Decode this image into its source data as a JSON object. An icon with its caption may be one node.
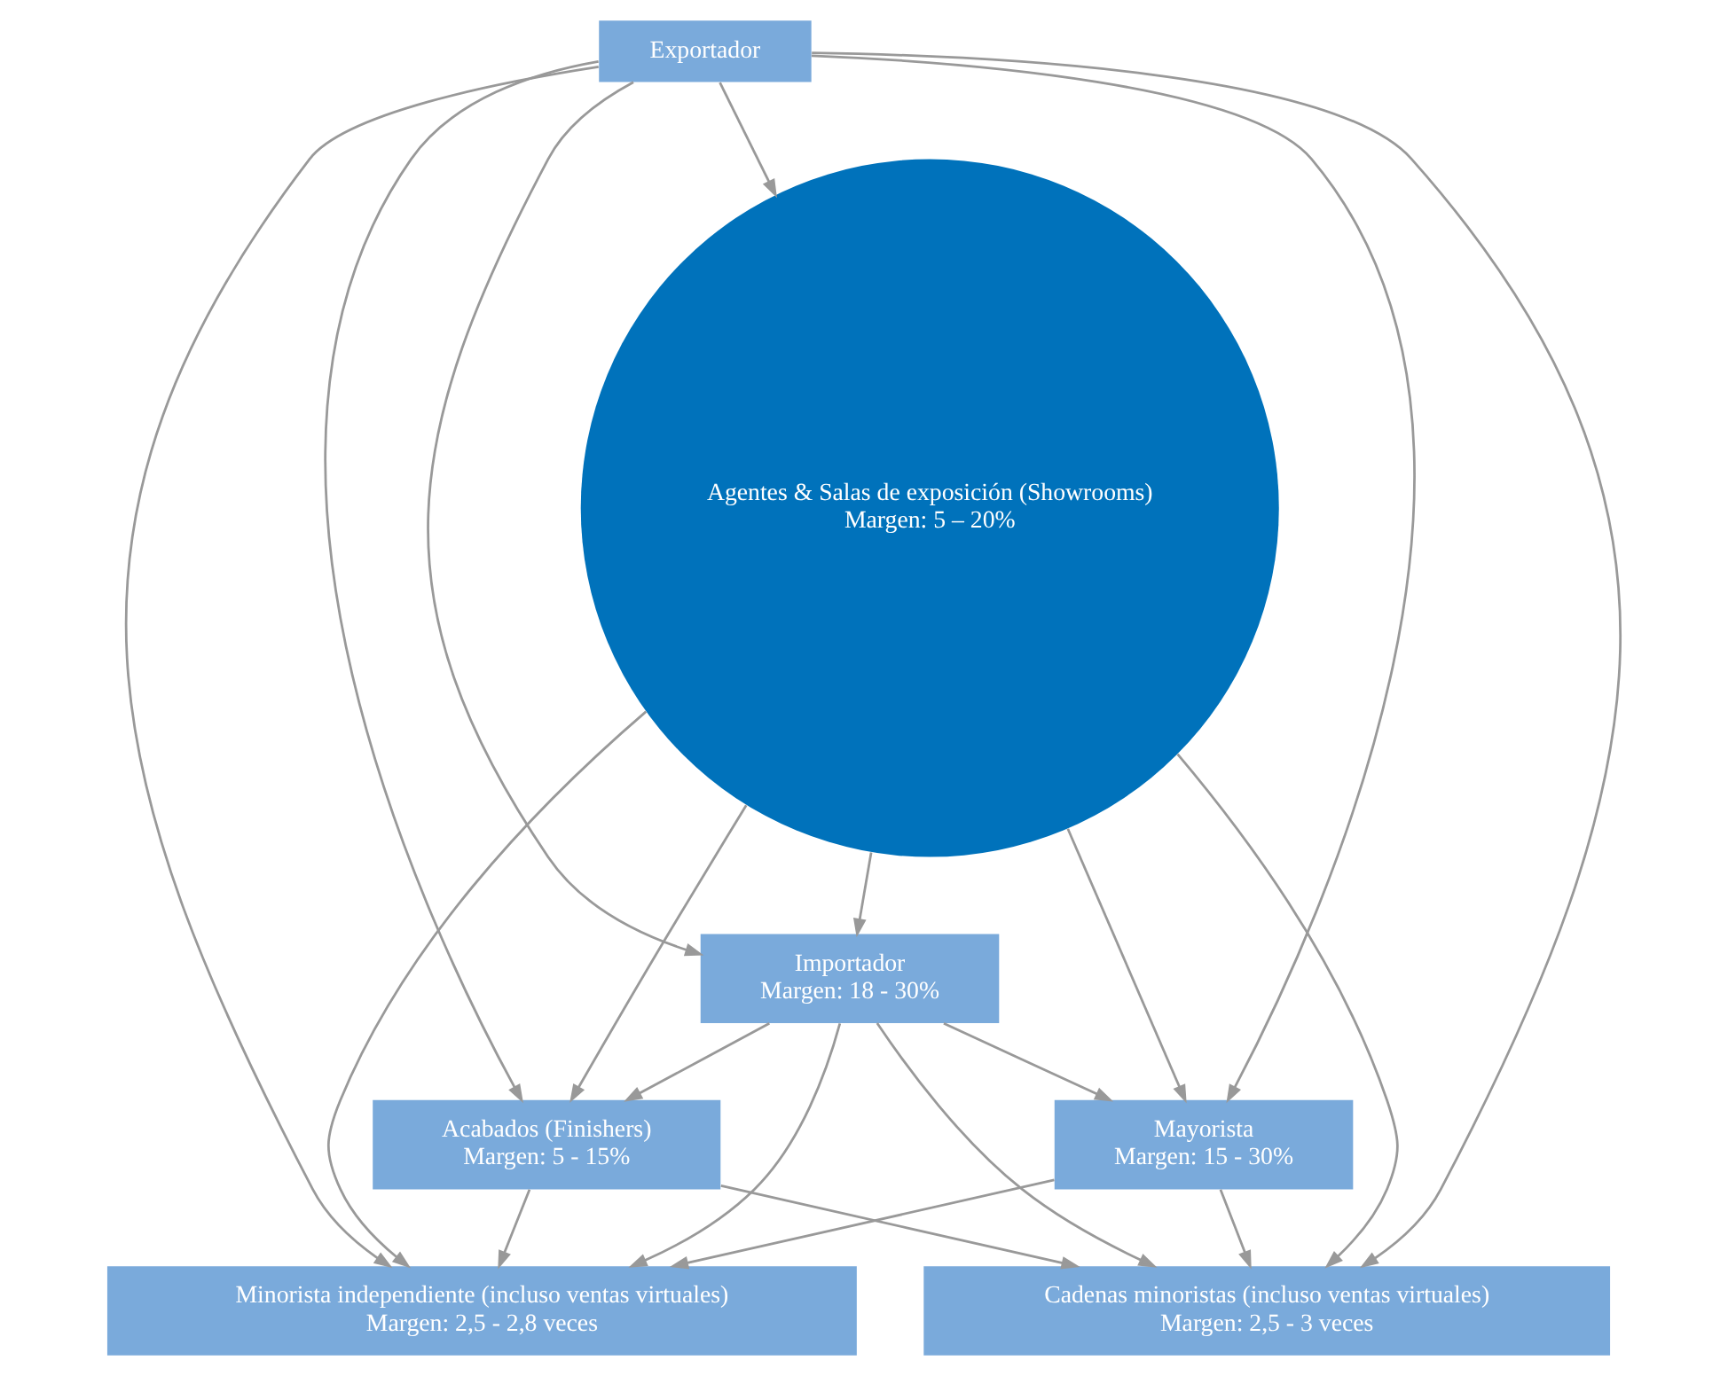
{
  "diagram": {
    "nodes": [
      {
        "text": [
          "Exportador"
        ]
      },
      {
        "text": [
          "Importador",
          "Margen: 18 - 30%"
        ]
      },
      {
        "text": [
          "Minorista independiente (incluso ventas virtuales)",
          "Margen: 2,5 - 2,8 veces"
        ]
      },
      {
        "text": [
          "Agentes & Salas de exposición (Showrooms)",
          "Margen: 5 – 20%"
        ]
      },
      {
        "text": [
          "Acabados (Finishers)",
          "Margen: 5 - 15%"
        ]
      },
      {
        "text": [
          "Mayorista",
          "Margen: 15 - 30%"
        ]
      },
      {
        "text": [
          "Cadenas minoristas (incluso ventas virtuales)",
          "Margen: 2,5 - 3 veces"
        ]
      }
    ],
    "edges": [
      {
        "from": 0,
        "to": 1,
        "arrow": "to"
      },
      {
        "from": 0,
        "to": 3,
        "arrow": "to"
      },
      {
        "from": 0,
        "to": 2,
        "arrow": "to"
      },
      {
        "from": 0,
        "to": 4,
        "arrow": "to"
      },
      {
        "from": 0,
        "to": 5,
        "arrow": "to"
      },
      {
        "from": 0,
        "to": 6,
        "arrow": "to"
      },
      {
        "from": 3,
        "to": 1,
        "arrow": "to"
      },
      {
        "from": 3,
        "to": 2,
        "arrow": "to"
      },
      {
        "from": 3,
        "to": 4,
        "arrow": "to"
      },
      {
        "from": 3,
        "to": 5,
        "arrow": "to"
      },
      {
        "from": 3,
        "to": 6,
        "arrow": "to"
      },
      {
        "from": 1,
        "to": 2,
        "arrow": "to"
      },
      {
        "from": 1,
        "to": 4,
        "arrow": "to"
      },
      {
        "from": 1,
        "to": 5,
        "arrow": "to"
      },
      {
        "from": 1,
        "to": 6,
        "arrow": "to"
      },
      {
        "from": 4,
        "to": 2,
        "arrow": "to"
      },
      {
        "from": 4,
        "to": 6,
        "arrow": "to"
      },
      {
        "from": 5,
        "to": 2,
        "arrow": "to"
      },
      {
        "from": 5,
        "to": 6,
        "arrow": "to"
      }
    ]
  }
}
